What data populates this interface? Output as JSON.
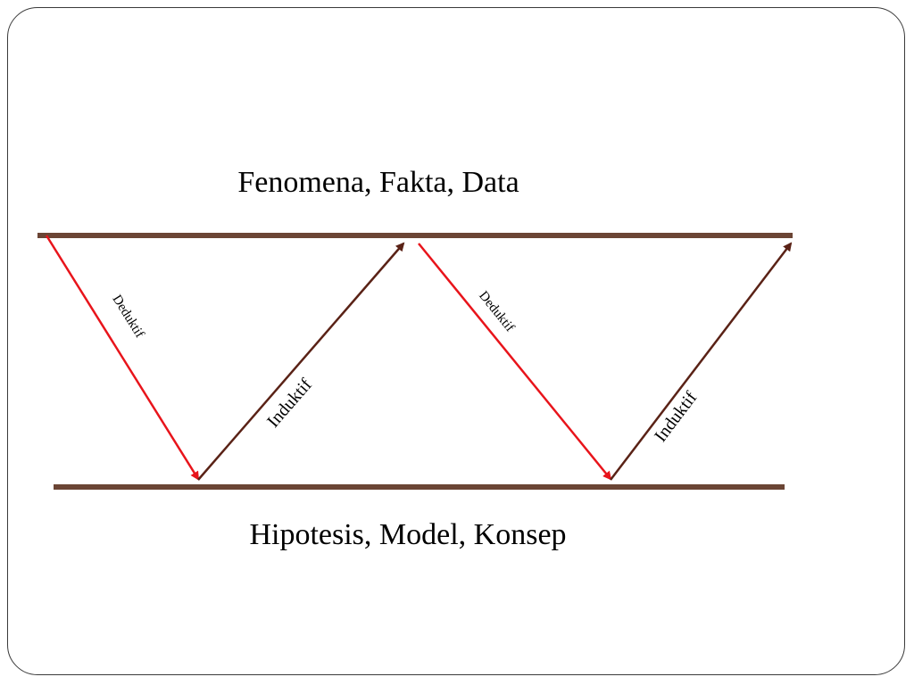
{
  "diagram": {
    "top_label": "Fenomena, Fakta, Data",
    "bottom_label": "Hipotesis, Model, Konsep",
    "arrows": [
      {
        "label": "Deduktif",
        "color": "#e8141b"
      },
      {
        "label": "Induktif",
        "color": "#5a2216"
      },
      {
        "label": "Deduktif",
        "color": "#e8141b"
      },
      {
        "label": "Induktif",
        "color": "#5a2216"
      }
    ]
  },
  "colors": {
    "bar": "#6b4535",
    "deduktif": "#e8141b",
    "induktif": "#5a2216",
    "frame_border": "#3a3a3a"
  }
}
